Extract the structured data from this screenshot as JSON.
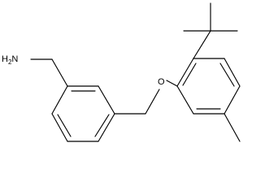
{
  "molecule": {
    "labels": {
      "amine_main": "H",
      "amine_subscript": "2",
      "amine_atom": "N",
      "ether_oxygen": "O"
    },
    "colors": {
      "bond": "#000000",
      "text": "#000000",
      "background": "#ffffff"
    }
  }
}
